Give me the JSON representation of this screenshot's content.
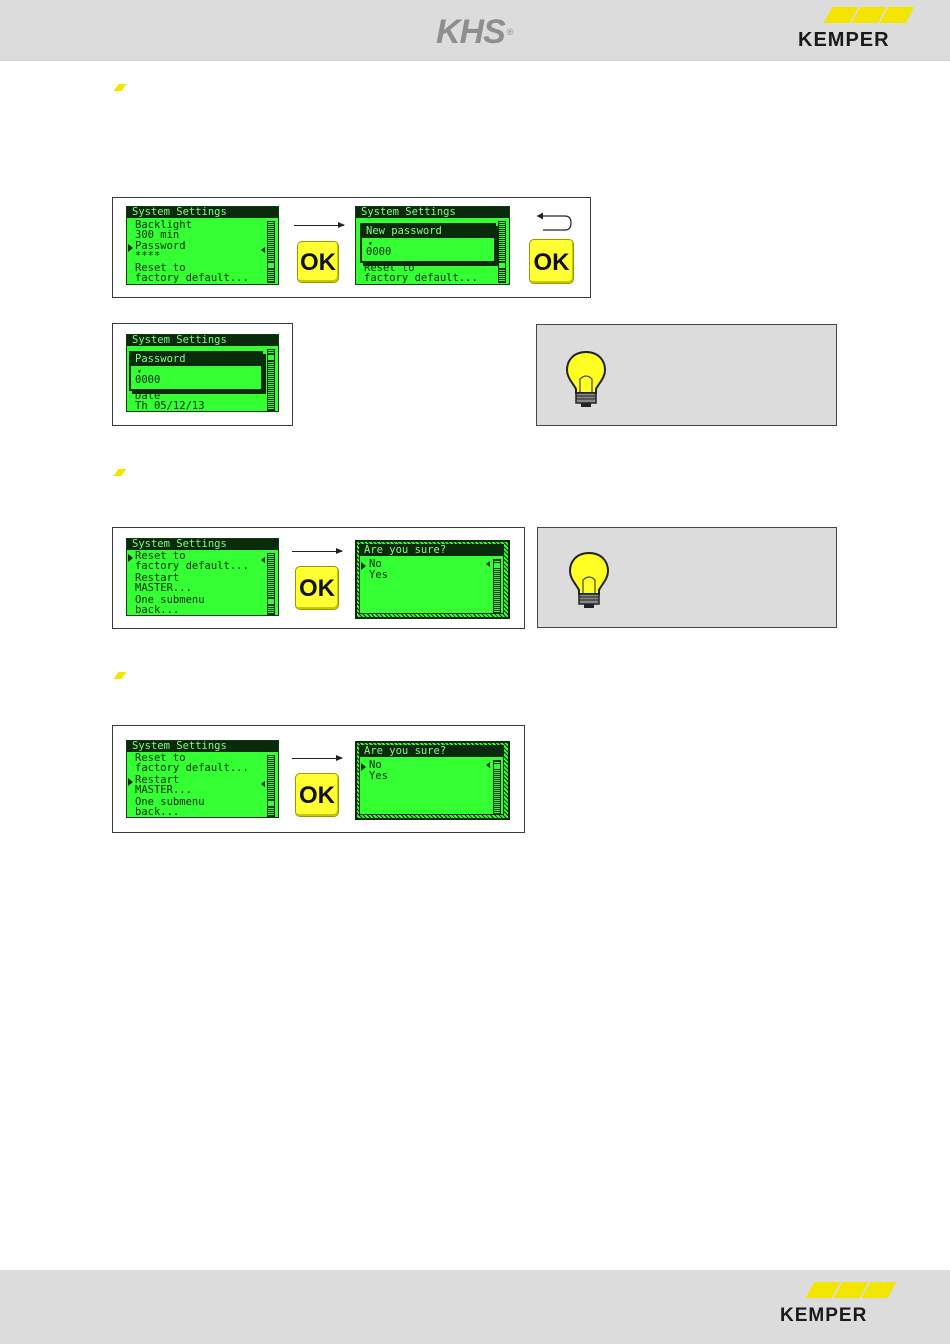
{
  "header": {
    "khs_logo_text": "KHS",
    "khs_logo_mark": "®",
    "kemper_logo_text": "KEMPER"
  },
  "footer": {
    "kemper_logo_text": "KEMPER"
  },
  "ok_label": "OK",
  "icons": {
    "section_bullet": "yellow-parallelogram-bullet",
    "next_step": "arrow-right-icon",
    "back": "return-arrow-icon",
    "tip": "lightbulb-icon"
  },
  "colors": {
    "lcd_green": "#33ff33",
    "lcd_dark": "#0b2a0b",
    "ok_yellow": "#ffff33",
    "brand_yellow": "#f2e600",
    "header_gray": "#dcdcdc"
  },
  "screens": {
    "password_menu": {
      "title": "System Settings",
      "rows": [
        "Backlight",
        "300 min",
        "Password",
        "****",
        "Reset to",
        "factory default..."
      ]
    },
    "new_password": {
      "title": "System Settings",
      "popup_title": "New password",
      "popup_value": "0000",
      "rows_below": [
        "Reset to",
        "factory default..."
      ]
    },
    "password_edit": {
      "title": "System Settings",
      "popup_title": "Password",
      "popup_value": "0000",
      "rows_below": [
        "Date",
        "Th 05/12/13"
      ]
    },
    "reset_menu": {
      "title": "System Settings",
      "rows": [
        "Reset to",
        "factory default...",
        "Restart",
        "MASTER...",
        "One submenu",
        "back..."
      ]
    },
    "confirm_reset": {
      "title": "Are you sure?",
      "options": [
        "No",
        "Yes"
      ]
    },
    "restart_menu": {
      "title": "System Settings",
      "rows": [
        "Reset to",
        "factory default...",
        "Restart",
        "MASTER...",
        "One submenu",
        "back..."
      ]
    },
    "confirm_restart": {
      "title": "Are you sure?",
      "options": [
        "No",
        "Yes"
      ]
    }
  }
}
